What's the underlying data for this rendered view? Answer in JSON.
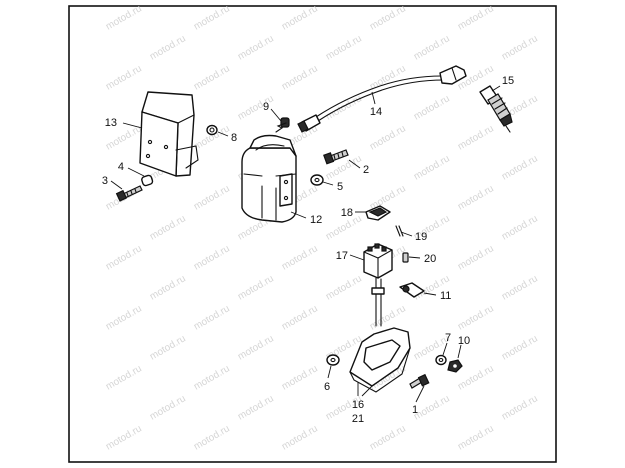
{
  "watermark": "motod.ru",
  "callouts": [
    {
      "id": "c1",
      "text": "1"
    },
    {
      "id": "c2",
      "text": "2"
    },
    {
      "id": "c3",
      "text": "3"
    },
    {
      "id": "c4",
      "text": "4"
    },
    {
      "id": "c5",
      "text": "5"
    },
    {
      "id": "c6",
      "text": "6"
    },
    {
      "id": "c7",
      "text": "7"
    },
    {
      "id": "c8",
      "text": "8"
    },
    {
      "id": "c9",
      "text": "9"
    },
    {
      "id": "c10",
      "text": "10"
    },
    {
      "id": "c11",
      "text": "11"
    },
    {
      "id": "c12",
      "text": "12"
    },
    {
      "id": "c13",
      "text": "13"
    },
    {
      "id": "c14",
      "text": "14"
    },
    {
      "id": "c15",
      "text": "15"
    },
    {
      "id": "c16",
      "text": "16"
    },
    {
      "id": "c17",
      "text": "17"
    },
    {
      "id": "c18",
      "text": "18"
    },
    {
      "id": "c19",
      "text": "19"
    },
    {
      "id": "c20",
      "text": "20"
    },
    {
      "id": "c21",
      "text": "21"
    }
  ]
}
